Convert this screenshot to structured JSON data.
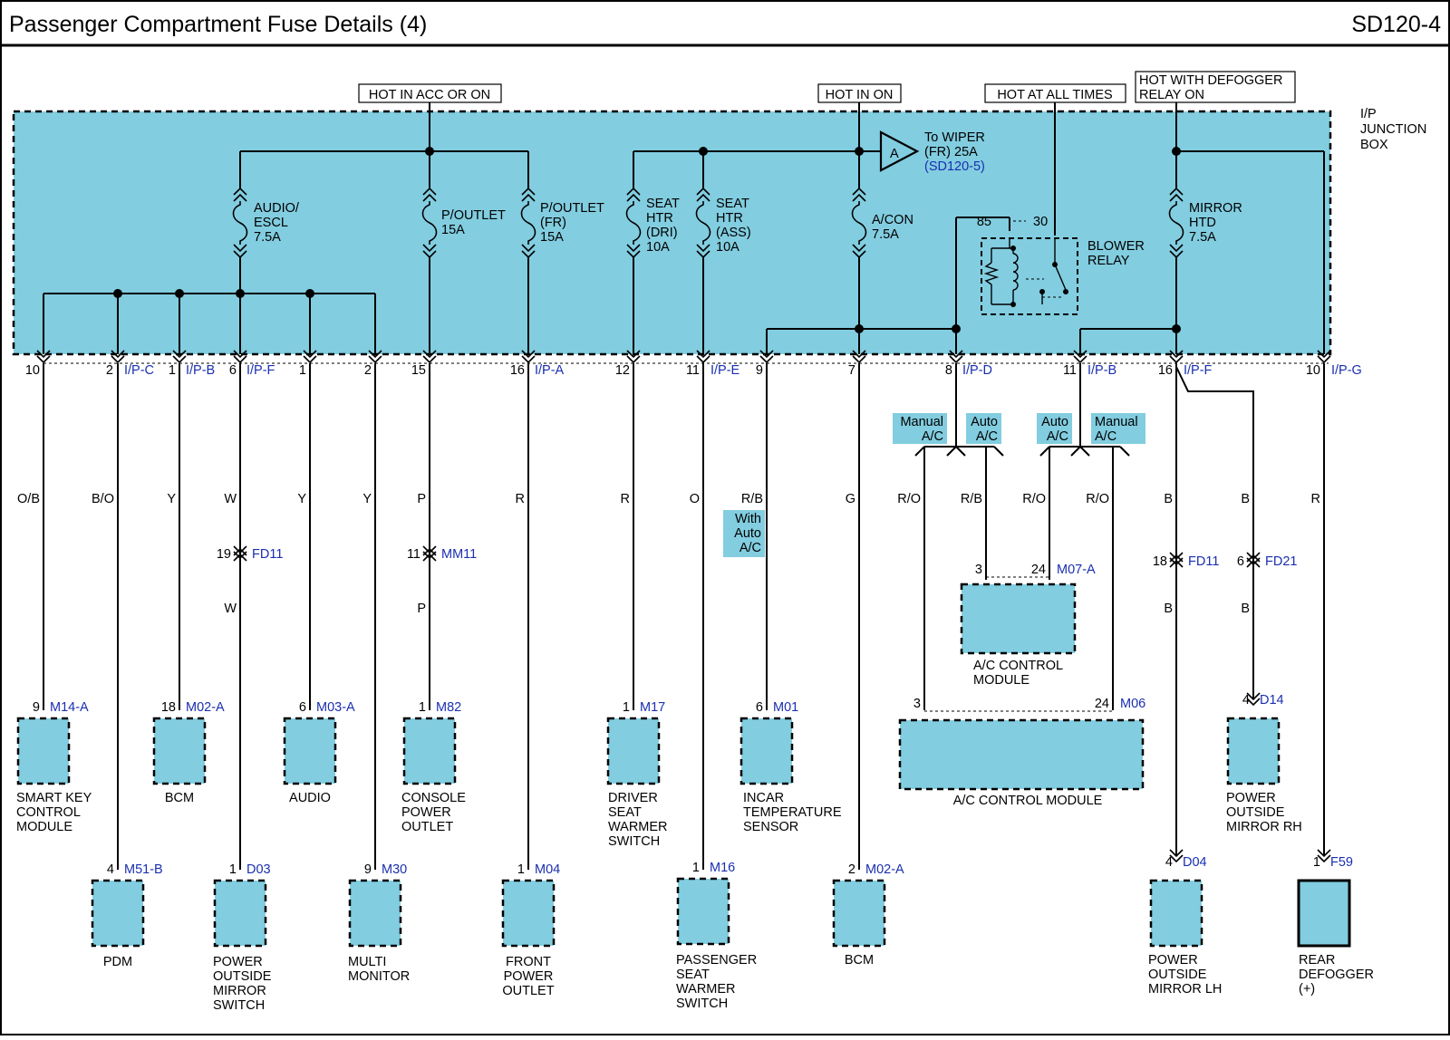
{
  "header": {
    "title": "Passenger Compartment Fuse Details (4)",
    "code": "SD120-4"
  },
  "sources": {
    "acc_on": "HOT IN ACC OR ON",
    "on": "HOT IN ON",
    "all_times": "HOT AT ALL TIMES",
    "defogger_l1": "HOT WITH DEFOGGER",
    "defogger_l2": "RELAY ON"
  },
  "junction_box": {
    "l1": "I/P",
    "l2": "JUNCTION",
    "l3": "BOX"
  },
  "offpage": {
    "letter": "A",
    "l1": "To WIPER",
    "l2": "(FR) 25A",
    "ref": "(SD120-5)"
  },
  "fuses": {
    "audio": [
      "AUDIO/",
      "ESCL",
      "7.5A"
    ],
    "poutlet": [
      "P/OUTLET",
      "15A"
    ],
    "poutlet_fr": [
      "P/OUTLET",
      "(FR)",
      "15A"
    ],
    "seat_dri": [
      "SEAT",
      "HTR",
      "(DRI)",
      "10A"
    ],
    "seat_ass": [
      "SEAT",
      "HTR",
      "(ASS)",
      "10A"
    ],
    "acon": [
      "A/CON",
      "7.5A"
    ],
    "mirror": [
      "MIRROR",
      "HTD",
      "7.5A"
    ]
  },
  "relay": {
    "pin85": "85",
    "pin30": "30",
    "l1": "BLOWER",
    "l2": "RELAY"
  },
  "ip_connectors": [
    {
      "pin": "10",
      "conn": ""
    },
    {
      "pin": "2",
      "conn": "I/P-C"
    },
    {
      "pin": "1",
      "conn": "I/P-B"
    },
    {
      "pin": "6",
      "conn": "I/P-F"
    },
    {
      "pin": "1",
      "conn": ""
    },
    {
      "pin": "2",
      "conn": ""
    },
    {
      "pin": "15",
      "conn": ""
    },
    {
      "pin": "16",
      "conn": "I/P-A"
    },
    {
      "pin": "12",
      "conn": ""
    },
    {
      "pin": "11",
      "conn": "I/P-E"
    },
    {
      "pin": "9",
      "conn": ""
    },
    {
      "pin": "7",
      "conn": ""
    },
    {
      "pin": "8",
      "conn": "I/P-D"
    },
    {
      "pin": "11",
      "conn": "I/P-B"
    },
    {
      "pin": "16",
      "conn": "I/P-F"
    },
    {
      "pin": "10",
      "conn": "I/P-G"
    }
  ],
  "wire_colors": [
    "O/B",
    "B/O",
    "Y",
    "W",
    "Y",
    "Y",
    "P",
    "R",
    "R",
    "O",
    "R/B",
    "G",
    "R/O",
    "R/B",
    "R/O",
    "R/O",
    "B",
    "B",
    "R"
  ],
  "lower_wire_colors": {
    "w_fd11": "W",
    "p_mm11": "P",
    "b_fd11": "B",
    "b_fd21": "B"
  },
  "inline": {
    "fd11_left": {
      "pin": "19",
      "conn": "FD11"
    },
    "mm11": {
      "pin": "11",
      "conn": "MM11"
    },
    "fd11_right": {
      "pin": "18",
      "conn": "FD11"
    },
    "fd21": {
      "pin": "6",
      "conn": "FD21"
    }
  },
  "options": {
    "manual": [
      "Manual",
      "A/C"
    ],
    "auto": [
      "Auto",
      "A/C"
    ],
    "with_auto": [
      "With",
      "Auto",
      "A/C"
    ]
  },
  "m07": {
    "pin3": "3",
    "pin24": "24",
    "conn": "M07-A",
    "name": [
      "A/C CONTROL",
      "MODULE"
    ]
  },
  "components": [
    {
      "pin": "9",
      "conn": "M14-A",
      "name": [
        "SMART KEY",
        "CONTROL",
        "MODULE"
      ]
    },
    {
      "pin": "4",
      "conn": "M51-B",
      "name": [
        "PDM"
      ]
    },
    {
      "pin": "18",
      "conn": "M02-A",
      "name": [
        "BCM"
      ]
    },
    {
      "pin": "1",
      "conn": "D03",
      "name": [
        "POWER",
        "OUTSIDE",
        "MIRROR",
        "SWITCH"
      ]
    },
    {
      "pin": "6",
      "conn": "M03-A",
      "name": [
        "AUDIO"
      ]
    },
    {
      "pin": "9",
      "conn": "M30",
      "name": [
        "MULTI",
        "MONITOR"
      ]
    },
    {
      "pin": "1",
      "conn": "M82",
      "name": [
        "CONSOLE",
        "POWER",
        "OUTLET"
      ]
    },
    {
      "pin": "1",
      "conn": "M04",
      "name": [
        "FRONT",
        "POWER",
        "OUTLET"
      ]
    },
    {
      "pin": "1",
      "conn": "M17",
      "name": [
        "DRIVER",
        "SEAT",
        "WARMER",
        "SWITCH"
      ]
    },
    {
      "pin": "1",
      "conn": "M16",
      "name": [
        "PASSENGER",
        "SEAT",
        "WARMER",
        "SWITCH"
      ]
    },
    {
      "pin": "6",
      "conn": "M01",
      "name": [
        "INCAR",
        "TEMPERATURE",
        "SENSOR"
      ]
    },
    {
      "pin": "2",
      "conn": "M02-A",
      "name": [
        "BCM"
      ]
    },
    {
      "pin": "",
      "conn": "M06",
      "name": [
        "A/C CONTROL MODULE"
      ]
    },
    {
      "pin": "4",
      "conn": "D14",
      "name": [
        "POWER",
        "OUTSIDE",
        "MIRROR RH"
      ]
    },
    {
      "pin": "4",
      "conn": "D04",
      "name": [
        "POWER",
        "OUTSIDE",
        "MIRROR LH"
      ]
    },
    {
      "pin": "1",
      "conn": "F59",
      "name": [
        "REAR",
        "DEFOGGER",
        "(+)"
      ]
    }
  ],
  "m06_pins": {
    "p3": "3",
    "p24": "24"
  },
  "colors": {
    "box_fill": "#82cde0",
    "label_blue": "#1a2fb0",
    "wire": "#000000"
  }
}
